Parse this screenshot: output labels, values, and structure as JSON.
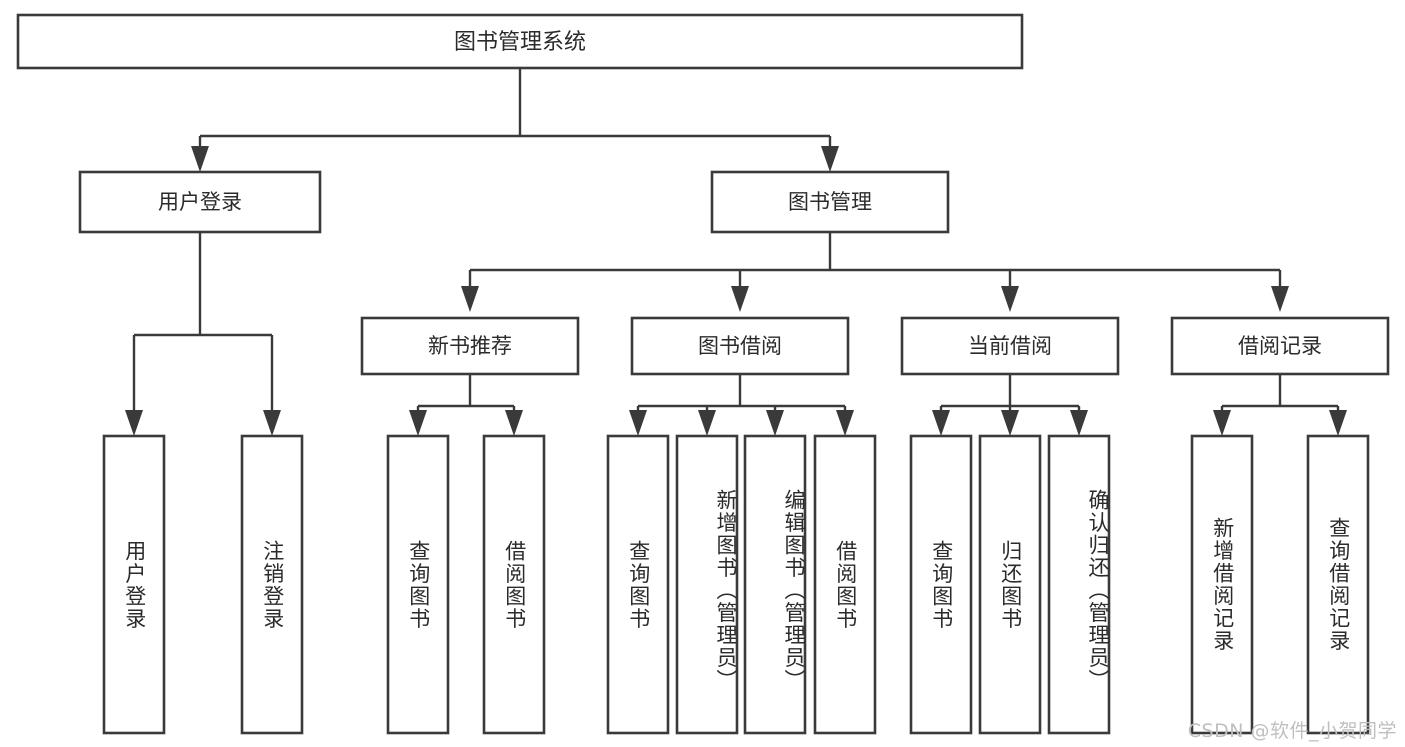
{
  "diagram": {
    "title": "图书管理系统",
    "type": "tree",
    "watermark": "CSDN @软件_小贺同学",
    "colors": {
      "stroke": "#3a3a3a",
      "fill": "#ffffff",
      "text": "#2b2b2b",
      "watermark": "#bfbfbf",
      "background": "#ffffff"
    },
    "root": {
      "label": "图书管理系统"
    },
    "level2": [
      {
        "label": "用户登录"
      },
      {
        "label": "图书管理"
      }
    ],
    "level3": [
      {
        "label": "新书推荐"
      },
      {
        "label": "图书借阅"
      },
      {
        "label": "当前借阅"
      },
      {
        "label": "借阅记录"
      }
    ],
    "leaves": {
      "user_login": [
        {
          "label": "用户登录"
        },
        {
          "label": "注销登录"
        }
      ],
      "new_book": [
        {
          "label": "查询图书"
        },
        {
          "label": "借阅图书"
        }
      ],
      "book_borrow": [
        {
          "label": "查询图书"
        },
        {
          "label": "新增图书（管理员）"
        },
        {
          "label": "编辑图书（管理员）"
        },
        {
          "label": "借阅图书"
        }
      ],
      "current_borrow": [
        {
          "label": "查询图书"
        },
        {
          "label": "归还图书"
        },
        {
          "label": "确认归还（管理员）"
        }
      ],
      "borrow_record": [
        {
          "label": "新增借阅记录"
        },
        {
          "label": "查询借阅记录"
        }
      ]
    }
  }
}
